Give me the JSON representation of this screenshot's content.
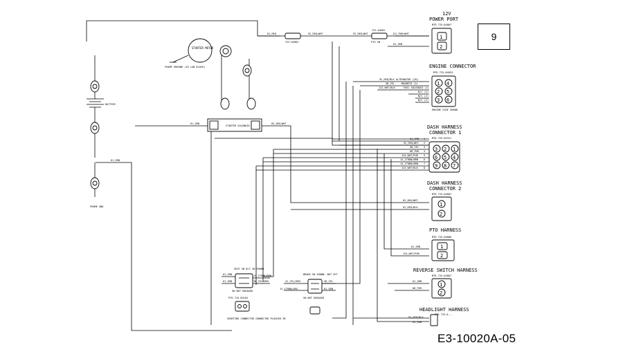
{
  "page_number": "9",
  "doc_code": "E3-10020A-05",
  "connectors": {
    "power_port": {
      "title1": "12V",
      "title2": "POWER PORT",
      "part": "MTD 725-04807",
      "pins": [
        "1",
        "2"
      ]
    },
    "engine": {
      "title": "ENGINE CONNECTOR",
      "part": "MTD 725-04853",
      "pins": [
        "1",
        "4",
        "2",
        "5",
        "3",
        "6"
      ],
      "note": "ENGINE SIDE SHOWN"
    },
    "dash1": {
      "title1": "DASH HARNESS",
      "title2": "CONNECTOR 1",
      "part": "MTD 725-05312",
      "pins": [
        "3",
        "2",
        "1",
        "6",
        "5",
        "4",
        "9",
        "8",
        "7"
      ]
    },
    "dash2": {
      "title1": "DASH HARNESS",
      "title2": "CONNECTOR 2",
      "part": "MTD 725-04807",
      "pins": [
        "1",
        "2"
      ]
    },
    "pto": {
      "title": "PTO HARNESS",
      "part": "MTD 725-04806",
      "pins": [
        "1",
        "2"
      ]
    },
    "reverse": {
      "title": "REVERSE SWITCH HARNESS",
      "part": "MTD 725-04807",
      "pins": [
        "1",
        "2"
      ]
    },
    "headlight": {
      "title": "HEADLIGHT HARNESS",
      "part": "MTD 725-0..."
    }
  },
  "engine_wires": [
    {
      "label": "92_RED/BLK ALTERNATOR (20)",
      "pin": "1"
    },
    {
      "label": "38_YEL",
      "pin": "2"
    },
    {
      "label": "MAGNETO (2)"
    },
    {
      "label": "122_WHT/BLK",
      "pin": "3"
    },
    {
      "label": "FUEL SOLENOID (2)"
    },
    {
      "label": "N/C (2)",
      "pin": "4"
    },
    {
      "label": "N/C (2)",
      "pin": "5"
    },
    {
      "label": "N/C (2)",
      "pin": "6"
    }
  ],
  "dash1_wires": [
    {
      "label": "01_GRN",
      "pin": "1"
    },
    {
      "label": "92_RED/WHT",
      "pin": "2"
    },
    {
      "label": "38_YEL",
      "pin": "3"
    },
    {
      "label": "08_PUR",
      "pin": "4"
    },
    {
      "label": "124_WHT/PUR",
      "pin": "5"
    },
    {
      "label": "14_1TRDN/BRN",
      "pin": "6"
    },
    {
      "label": "14_1TRDN/BRN",
      "pin": "7"
    },
    {
      "label": "123_WHT/BLK",
      "pin": "8"
    }
  ],
  "labels": {
    "starter": "STARTER MOTOR",
    "frame_ground": "FRAME GROUND (10 LAN BLOCK)",
    "battery": "BATTERY",
    "frame_gnd": "FRAME GND",
    "red_wire": "01_RED",
    "fuse": "725-04962",
    "red_wht": "92_RED/WHT",
    "red_wht2": "92_RED/WHT",
    "red_blk_fuse": "725-04962",
    "pwr_red": "122_PUR/WHT",
    "grn_top": "01_GRN",
    "grn_left": "01_GRN",
    "grn_mid": "01_GRN",
    "pto_sw": "PTO SW",
    "dash2_w1": "03_ORG/WHT",
    "dash2_w2": "92_RED/BLK",
    "pto_w1": "01_GRN",
    "pto_w2": "124_WHT/PUR",
    "rev_w1": "01_GRN",
    "rev_w2": "08_PUR",
    "head_w1": "92_RED/BLK",
    "head_w2": "01_GRN",
    "solenoid": "STARTER SOLENOID",
    "orgwht": "03_ORG/WHT",
    "seat_sw": "SEAT SW N/C SW SHOWN",
    "seat_note": "SW NOT ENGAGED",
    "brake_sw": "BRAKE SW SHOWN: NOT SET",
    "brake_note": "SW NOT ENGAGED",
    "pto_conn": "PTO 725-05104",
    "pto_note": "SHORTING CONNECTOR CONNECTOR PLUGGED IN",
    "seat_w1": "01_GRN",
    "seat_w2": "14_1TRDN/BRN",
    "seat_w3": "01_GRN",
    "seat_w4": "38_YEL/GRN",
    "brake_w1": "38_YEL",
    "brake_w2": "41_YEL/GRN",
    "brake_w3": "14_1TRDN/ORG",
    "brake_w4": "01_GRN"
  }
}
